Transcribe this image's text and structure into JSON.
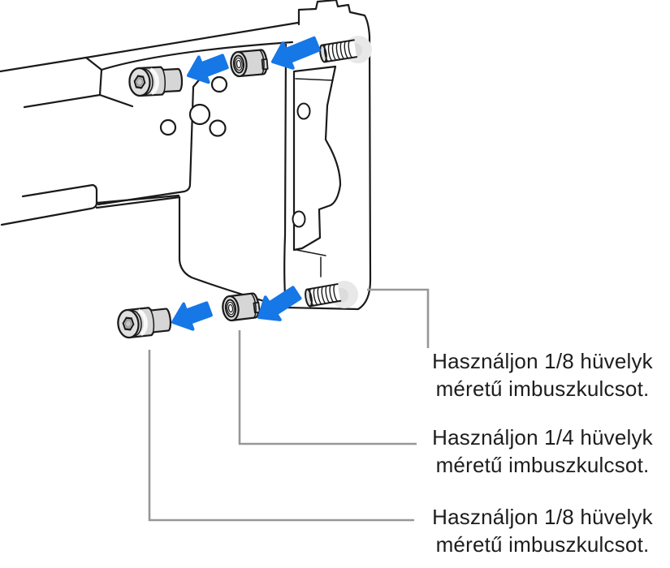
{
  "figure": {
    "kind": "hardware-installation-diagram",
    "parts": [
      "slide-rail",
      "mounting-bracket",
      "latch-plate",
      "allen-screw-top",
      "coupling-nut-top",
      "threaded-stud-top",
      "allen-screw-bottom",
      "coupling-nut-bottom",
      "threaded-stud-bottom"
    ],
    "arrow_icons": [
      "arrow-left-icon",
      "arrow-left-icon",
      "arrow-left-icon",
      "arrow-left-icon"
    ]
  },
  "callouts": [
    {
      "target": "threaded-stud-bottom",
      "line1": "Használjon 1/8 hüvelyk",
      "line2": "méretű imbuszkulcsot.",
      "full": "Használjon 1/8 hüvelyk méretű imbuszkulcsot."
    },
    {
      "target": "coupling-nut-bottom",
      "line1": "Használjon 1/4 hüvelyk",
      "line2": "méretű imbuszkulcsot.",
      "full": "Használjon 1/4 hüvelyk méretű imbuszkulcsot."
    },
    {
      "target": "allen-screw-bottom",
      "line1": "Használjon 1/8 hüvelyk",
      "line2": "méretű imbuszkulcsot.",
      "full": "Használjon 1/8 hüvelyk méretű imbuszkulcsot."
    }
  ],
  "colors": {
    "arrow_blue": "#1677E6",
    "callout_line_gray": "#979797",
    "line_black": "#1a1a1a",
    "metal_gray": "#D6D6D6",
    "flange_gray": "#E8E8E8",
    "text": "#1d1d1f",
    "background": "#ffffff"
  }
}
